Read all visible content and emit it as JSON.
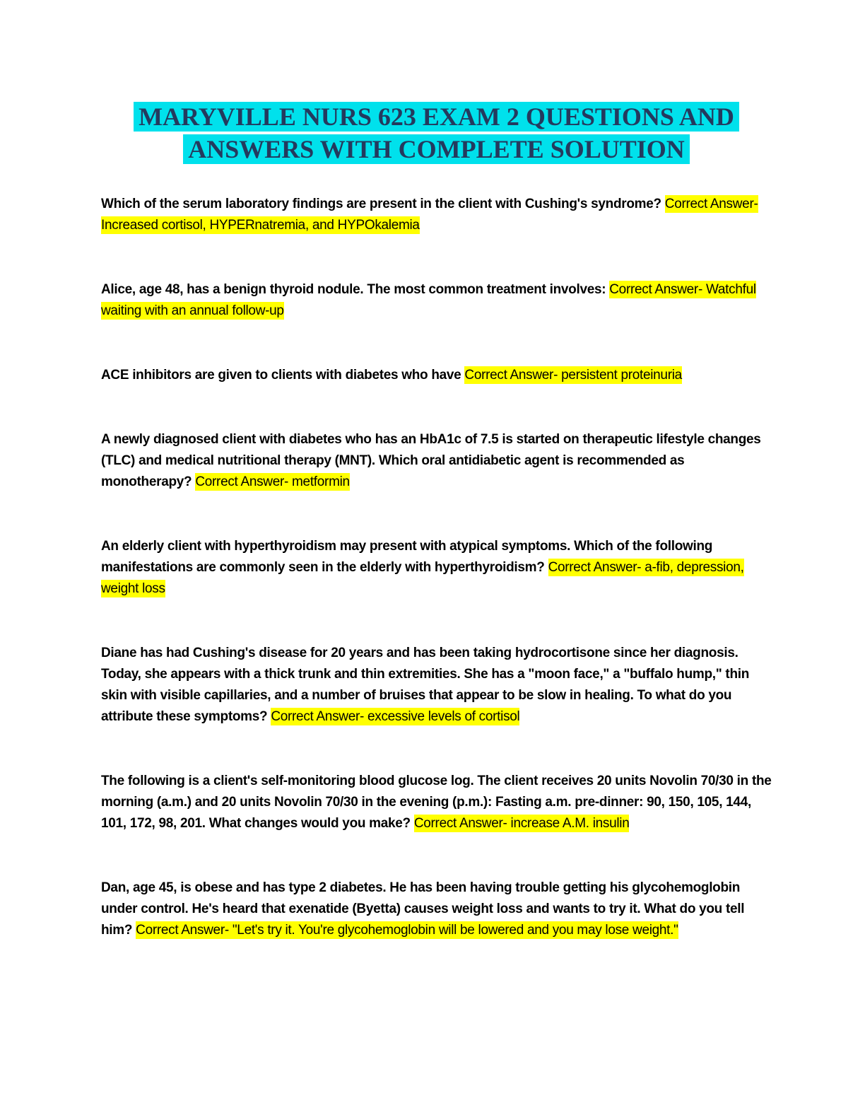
{
  "title": {
    "line1": "MARYVILLE NURS 623 EXAM 2 QUESTIONS AND",
    "line2": "ANSWERS WITH COMPLETE SOLUTION"
  },
  "qa": [
    {
      "question": "Which of the serum laboratory findings are present in the client with Cushing's syndrome? ",
      "answer": "Correct Answer- Increased cortisol, HYPERnatremia, and HYPOkalemia"
    },
    {
      "question": "Alice, age 48, has a benign thyroid nodule. The most common treatment involves: ",
      "answer": "Correct Answer- Watchful waiting with an annual follow-up"
    },
    {
      "question": "ACE inhibitors are given to clients with diabetes who have ",
      "answer": "Correct Answer- persistent proteinuria"
    },
    {
      "question": "A newly diagnosed client with diabetes who has an HbA1c of 7.5 is started on therapeutic lifestyle changes (TLC) and medical nutritional therapy (MNT). Which oral antidiabetic agent is recommended as monotherapy? ",
      "answer": "Correct Answer- metformin"
    },
    {
      "question": "An elderly client with hyperthyroidism may present with atypical symptoms. Which of the following manifestations are commonly seen in the elderly with hyperthyroidism? ",
      "answer": "Correct Answer- a-fib, depression, weight loss"
    },
    {
      "question": "Diane has had Cushing's disease for 20 years and has been taking hydrocortisone since her diagnosis. Today, she appears with a thick trunk and thin extremities. She has a \"moon face,\" a \"buffalo hump,\" thin skin with visible capillaries, and a number of bruises that appear to be slow in healing. To what do you attribute these symptoms? ",
      "answer": "Correct Answer- excessive levels of cortisol"
    },
    {
      "question": "The following is a client's self-monitoring blood glucose log. The client receives 20 units Novolin 70/30 in the morning (a.m.) and 20 units Novolin 70/30 in the evening (p.m.): Fasting a.m. pre-dinner: 90, 150, 105, 144, 101, 172, 98, 201. What changes would you make? ",
      "answer": "Correct Answer- increase A.M. insulin"
    },
    {
      "question": "Dan, age 45, is obese and has type 2 diabetes. He has been having trouble getting his glycohemoglobin under control. He's heard that exenatide (Byetta) causes weight loss and wants to try it. What do you tell him? ",
      "answer": "Correct Answer- \"Let's try it. You're glycohemoglobin will be lowered and you may lose weight.\""
    }
  ],
  "colors": {
    "title_text": "#243a5e",
    "title_highlight": "#00e1ec",
    "answer_highlight": "#ffff00",
    "body_text": "#000000",
    "page_background": "#ffffff"
  }
}
